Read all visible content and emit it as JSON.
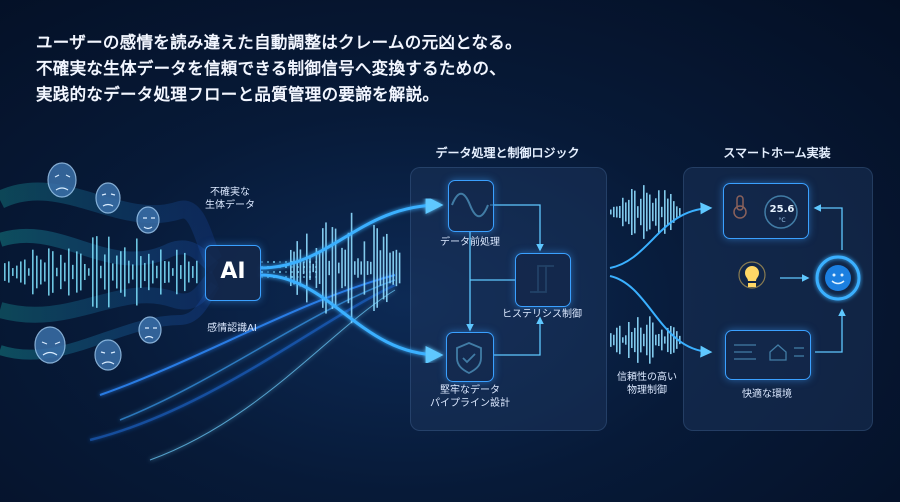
{
  "headline": {
    "line1": "ユーザーの感情を読み違えた自動調整はクレームの元凶となる。",
    "line2": "不確実な生体データを信頼できる制御信号へ変換するための、",
    "line3": "実践的なデータ処理フローと品質管理の要諦を解説。"
  },
  "input": {
    "uncertain_label_1": "不確実な",
    "uncertain_label_2": "生体データ",
    "chip_text": "AI",
    "chip_label": "感情認識AI"
  },
  "logic_section": {
    "title": "データ処理と制御ロジック",
    "preprocess_label": "データ前処理",
    "hysteresis_label": "ヒステリシス制御",
    "pipeline_label_1": "堅牢なデータ",
    "pipeline_label_2": "パイプライン設計"
  },
  "middle": {
    "reliable_label_1": "信頼性の高い",
    "reliable_label_2": "物理制御"
  },
  "smart_home": {
    "title": "スマートホーム実装",
    "thermostat_value": "25.6",
    "thermostat_unit": "°C",
    "comfort_label": "快適な環境"
  },
  "colors": {
    "accent": "#3aa0ff",
    "accent_bright": "#6fd0ff",
    "panel": "#1e375f"
  }
}
